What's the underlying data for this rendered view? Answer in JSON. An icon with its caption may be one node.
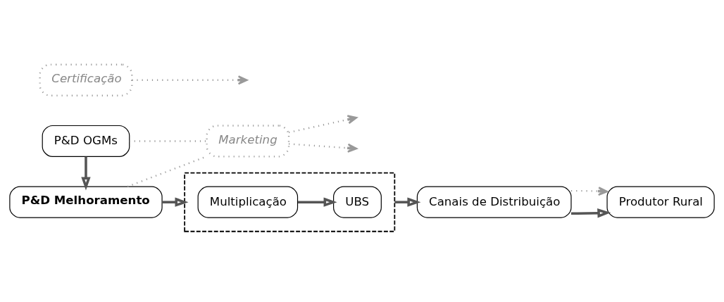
{
  "diagram": {
    "nodes": [
      {
        "text": [
          "P&D OGMs"
        ]
      },
      {
        "text": [
          "Marketing"
        ]
      },
      {
        "text": [
          "Certificação"
        ]
      },
      {
        "text": [
          "P&D Melhoramento"
        ]
      },
      {
        "text": [],
        "shape": "box"
      },
      {
        "text": [
          "Multiplicação"
        ],
        "in": 4
      },
      {
        "text": [
          "UBS"
        ],
        "in": 4
      },
      {
        "text": [
          "Canais de Distribuição"
        ]
      },
      {
        "text": [
          "Produtor Rural"
        ]
      }
    ],
    "edges": [
      {
        "from": 0,
        "to": 3,
        "arrow": "to"
      },
      {
        "from": 3,
        "to": 4,
        "arrow": "to"
      },
      {
        "from": 5,
        "to": 6,
        "arrow": "to"
      },
      {
        "from": 4,
        "to": 7,
        "arrow": "to"
      },
      {
        "from": 7,
        "to": 8,
        "arrow": "to"
      },
      {
        "from": 0,
        "to": 1,
        "arrow": "none",
        "style": "dashed",
        "color": "#999999"
      },
      {
        "from": 3,
        "to": 1,
        "arrow": "none",
        "style": "dashed",
        "color": "#999999"
      },
      {
        "from": 1,
        "to": null,
        "arrow": "to",
        "style": "dashed",
        "color": "#999999"
      },
      {
        "from": 1,
        "to": null,
        "arrow": "to",
        "style": "dashed",
        "color": "#999999"
      },
      {
        "from": 2,
        "to": null,
        "arrow": "to",
        "style": "dashed",
        "color": "#999999"
      },
      {
        "from": 7,
        "to": 8,
        "arrow": "to",
        "style": "dashed",
        "color": "#999999"
      }
    ]
  }
}
